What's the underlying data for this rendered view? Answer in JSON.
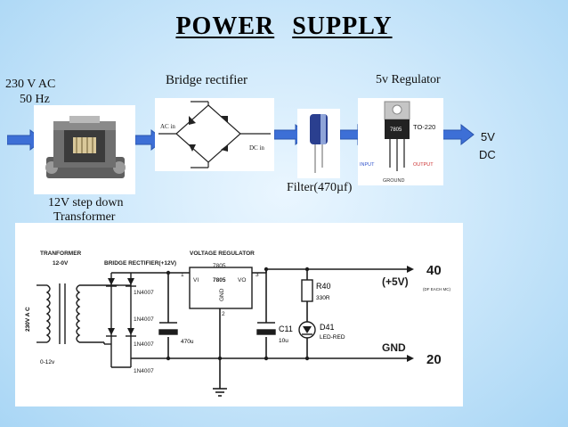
{
  "title": {
    "word1": "POWER",
    "word2": "SUPPLY"
  },
  "input": {
    "voltage": "230 V AC",
    "frequency": "50 Hz"
  },
  "stages": {
    "rectifier_label": "Bridge rectifier",
    "regulator_label": "5v Regulator",
    "filter_label": "Filter(470µf)",
    "transformer_label_1": "12V step down",
    "transformer_label_2": "Transformer"
  },
  "output": {
    "line1": "5V",
    "line2": "DC"
  },
  "rectifier_image": {
    "ac_in": "AC in",
    "dc_in": "DC in"
  },
  "regulator_image": {
    "package": "TO-220",
    "part": "7805",
    "input": "INPUT",
    "output": "OUTPUT",
    "ground": "GROUND"
  },
  "schematic": {
    "transformer_title": "TRANFORMER",
    "transformer_rating": "12-0V",
    "bridge_title": "BRIDGE RECTIFIER(+12V)",
    "regulator_title": "VOLTAGE REGULATOR",
    "regulator_part": "7805",
    "reg_chip": "7805",
    "pin_vi": "VI",
    "pin_vo": "VO",
    "pin_gnd": "GND",
    "pin1": "1",
    "pin2": "2",
    "pin3": "3",
    "primary": "230V A C",
    "secondary": "0-12v",
    "diodes": [
      "1N4007",
      "1N4007",
      "1N4007",
      "1N4007"
    ],
    "cap1": "470u",
    "cap2_name": "C11",
    "cap2_value": "10u",
    "res_name": "R40",
    "res_value": "330R",
    "led_name": "D41",
    "led_value": "LED-RED",
    "out_plus": "(+5V)",
    "out_plus_note": "(DF EACH MC)",
    "out_gnd": "GND",
    "pin_40": "40",
    "pin_20": "20"
  },
  "colors": {
    "arrow": "#3d6fd6",
    "arrow_edge": "#2a55ad",
    "schematic_line": "#1c1c1c"
  }
}
